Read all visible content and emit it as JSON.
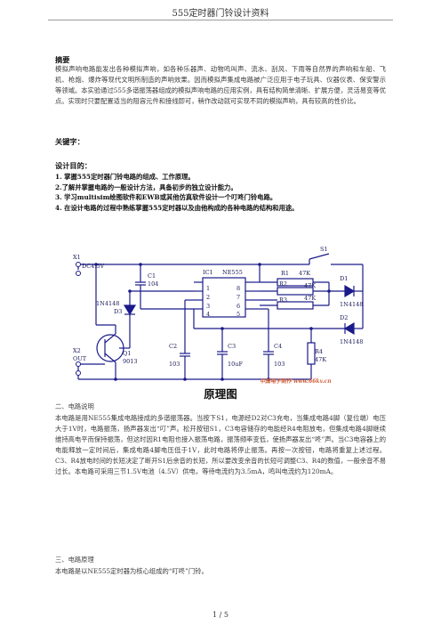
{
  "header": {
    "title": "555定时器门铃设计资料"
  },
  "abstract": {
    "heading": "摘要",
    "body": "模拟声响电路能发出各种模拟声响，如各种乐器声、动物鸣叫声、流水、刮风、下雨等自然界的声响和车船、飞机、枪炮、爆炸等现代文明所制造的声响效果。因而模拟声集成电路被广泛应用于电子玩具、仪器仪表、保安警示等领域。本实验通过555多谐振荡器组成的模拟声响电路的应用实例，具有结构简单清晰、扩展方便，灵活易变等优点。实现时只要配置适当的阻容元件和接线即可，稍作改动就可实现不同的模拟声响，具有较高的性价比。"
  },
  "keywords": {
    "heading": "关键字："
  },
  "goals": {
    "heading": "设计目的：",
    "items": [
      "1.  掌握555定时器门铃电路的组成、工作原理。",
      "2.了解并掌握电路的一般设计方法，具备初步的独立设计能力。",
      "3.  学习multisim绘图软件和EWB或其他仿真软件设计一个叮咚门铃电路。",
      "4.  在设计电路的过程中熟练掌握555定时器以及由他构成的各种电路的结构和用途。"
    ]
  },
  "schematic": {
    "labels": {
      "x1": "X1",
      "x1_v": "DC4.5V",
      "x2": "X2",
      "x2_out": "OUT",
      "s1": "S1",
      "c1": "C1",
      "c1_v": "104",
      "ic": "IC1",
      "ic_name": "NE555",
      "r1": "R1",
      "r1_v": "47K",
      "r2": "R2",
      "r2_v": "47K",
      "r3": "R3",
      "r3_v": "47K",
      "r4": "R4",
      "r4_v": "47K",
      "d1": "D1",
      "d1_v": "1N4148",
      "d2": "D2",
      "d2_v": "1N4148",
      "d3": "D3",
      "d3_v": "1N4148",
      "q1": "Q1",
      "q1_v": "9013",
      "c2": "C2",
      "c2_v": "103",
      "c3": "C3",
      "c3_v": "10uF",
      "c4": "C4",
      "c4_v": "103",
      "p1": "1",
      "p2": "2",
      "p3": "3",
      "p4": "4",
      "p5": "5",
      "p6": "6",
      "p7": "7",
      "p8": "8",
      "watermark": "中国电子制作 www.66kv.cn"
    }
  },
  "caption": "原理图",
  "section2": {
    "heading": "二、电路说明",
    "body": "本电路是用NE555集成电路接成的多谐振荡器。当按下S1，电源经D2对C3充电，当集成电路4脚（复位端）电压大于1V时，电路振荡，扬声器发出“叮”声。松开按钮S1，C3电容储存的电能经R4电阻放电，但集成电路4脚继续维持高电平而保持振荡，但这时因R1电阻也接入振荡电路，振荡频率变低，使扬声器发出“咚”声。当C3电容器上的电能释放一定时间后，集成电路4脚电压低于1V，此时电路将停止振荡。再按一次按钮，电路将重复上述过程。C3、R4放电时间的长短决定了断开S1后余音的长短，所以要改变余音的长短可调整C3、R4的数值，一般余音不易过长。本电路可采用三节1.5V电池（4.5V）供电，等待电流约为3.5mA，鸣叫电流约为120mA。"
  },
  "section3": {
    "heading": "三、电路原理",
    "body": "本电路是以NE555定时器为核心组成的“叮咚”门铃。"
  },
  "footer": {
    "page": "1 / 5"
  }
}
